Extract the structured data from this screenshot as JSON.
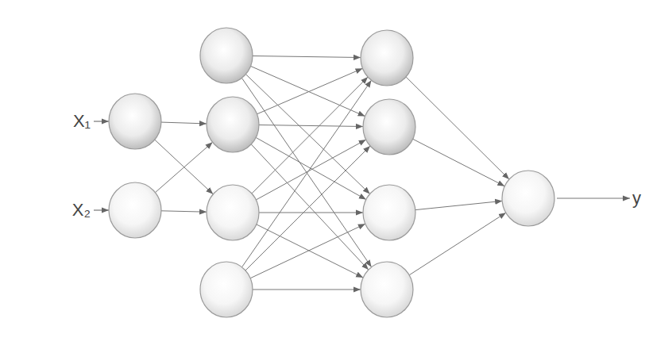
{
  "diagram": {
    "nodes": [
      {
        "text": [
          "X₁"
        ]
      },
      {
        "text": [
          "X₂"
        ]
      },
      {
        "text": []
      },
      {
        "text": []
      },
      {
        "text": []
      },
      {
        "text": []
      },
      {
        "text": []
      },
      {
        "text": []
      },
      {
        "text": []
      },
      {
        "text": []
      },
      {
        "text": [
          "y"
        ]
      }
    ],
    "edges": [
      {
        "from": 0,
        "to": 3,
        "arrow": "to"
      },
      {
        "from": 0,
        "to": 4,
        "arrow": "to"
      },
      {
        "from": 1,
        "to": 3,
        "arrow": "to"
      },
      {
        "from": 1,
        "to": 4,
        "arrow": "to"
      },
      {
        "from": 2,
        "to": 6,
        "arrow": "to"
      },
      {
        "from": 2,
        "to": 7,
        "arrow": "to"
      },
      {
        "from": 2,
        "to": 8,
        "arrow": "to"
      },
      {
        "from": 2,
        "to": 9,
        "arrow": "to"
      },
      {
        "from": 3,
        "to": 6,
        "arrow": "to"
      },
      {
        "from": 3,
        "to": 7,
        "arrow": "to"
      },
      {
        "from": 3,
        "to": 8,
        "arrow": "to"
      },
      {
        "from": 3,
        "to": 9,
        "arrow": "to"
      },
      {
        "from": 4,
        "to": 6,
        "arrow": "to"
      },
      {
        "from": 4,
        "to": 7,
        "arrow": "to"
      },
      {
        "from": 4,
        "to": 8,
        "arrow": "to"
      },
      {
        "from": 4,
        "to": 9,
        "arrow": "to"
      },
      {
        "from": 5,
        "to": 6,
        "arrow": "to"
      },
      {
        "from": 5,
        "to": 7,
        "arrow": "to"
      },
      {
        "from": 5,
        "to": 8,
        "arrow": "to"
      },
      {
        "from": 5,
        "to": 9,
        "arrow": "to"
      },
      {
        "from": 6,
        "to": 10,
        "arrow": "to"
      },
      {
        "from": 7,
        "to": 10,
        "arrow": "to"
      },
      {
        "from": 8,
        "to": 10,
        "arrow": "to"
      },
      {
        "from": 9,
        "to": 10,
        "arrow": "to"
      }
    ]
  }
}
